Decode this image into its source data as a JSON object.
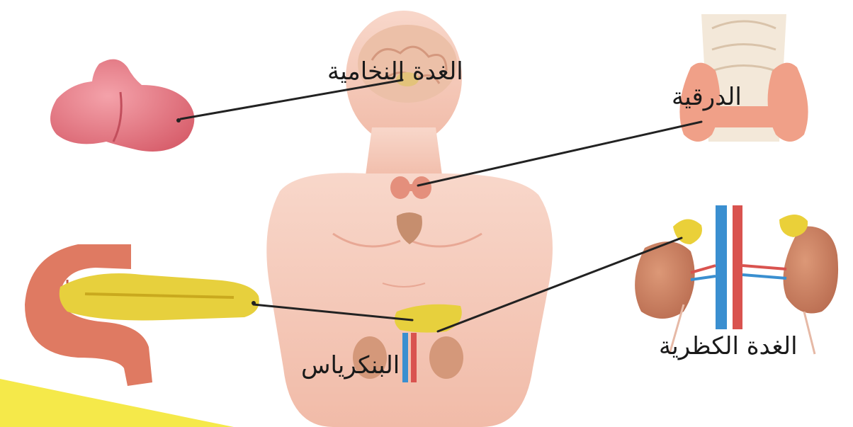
{
  "labels": {
    "pituitary": "الغدة النخامية",
    "thyroid": "الدرقية",
    "pancreas": "البنكرياس",
    "adrenal": "الغدة الكظرية"
  },
  "colors": {
    "skin": "#f6cbbb",
    "pituitary": "#e2737f",
    "thyroid": "#f0a088",
    "pancreas_yellow": "#e7d03d",
    "stomach": "#df7a62",
    "kidney": "#c87f62",
    "artery": "#d9534f",
    "vein": "#3a8fd0",
    "brain": "#ecc0a8",
    "accent_corner": "#f5e94a"
  }
}
